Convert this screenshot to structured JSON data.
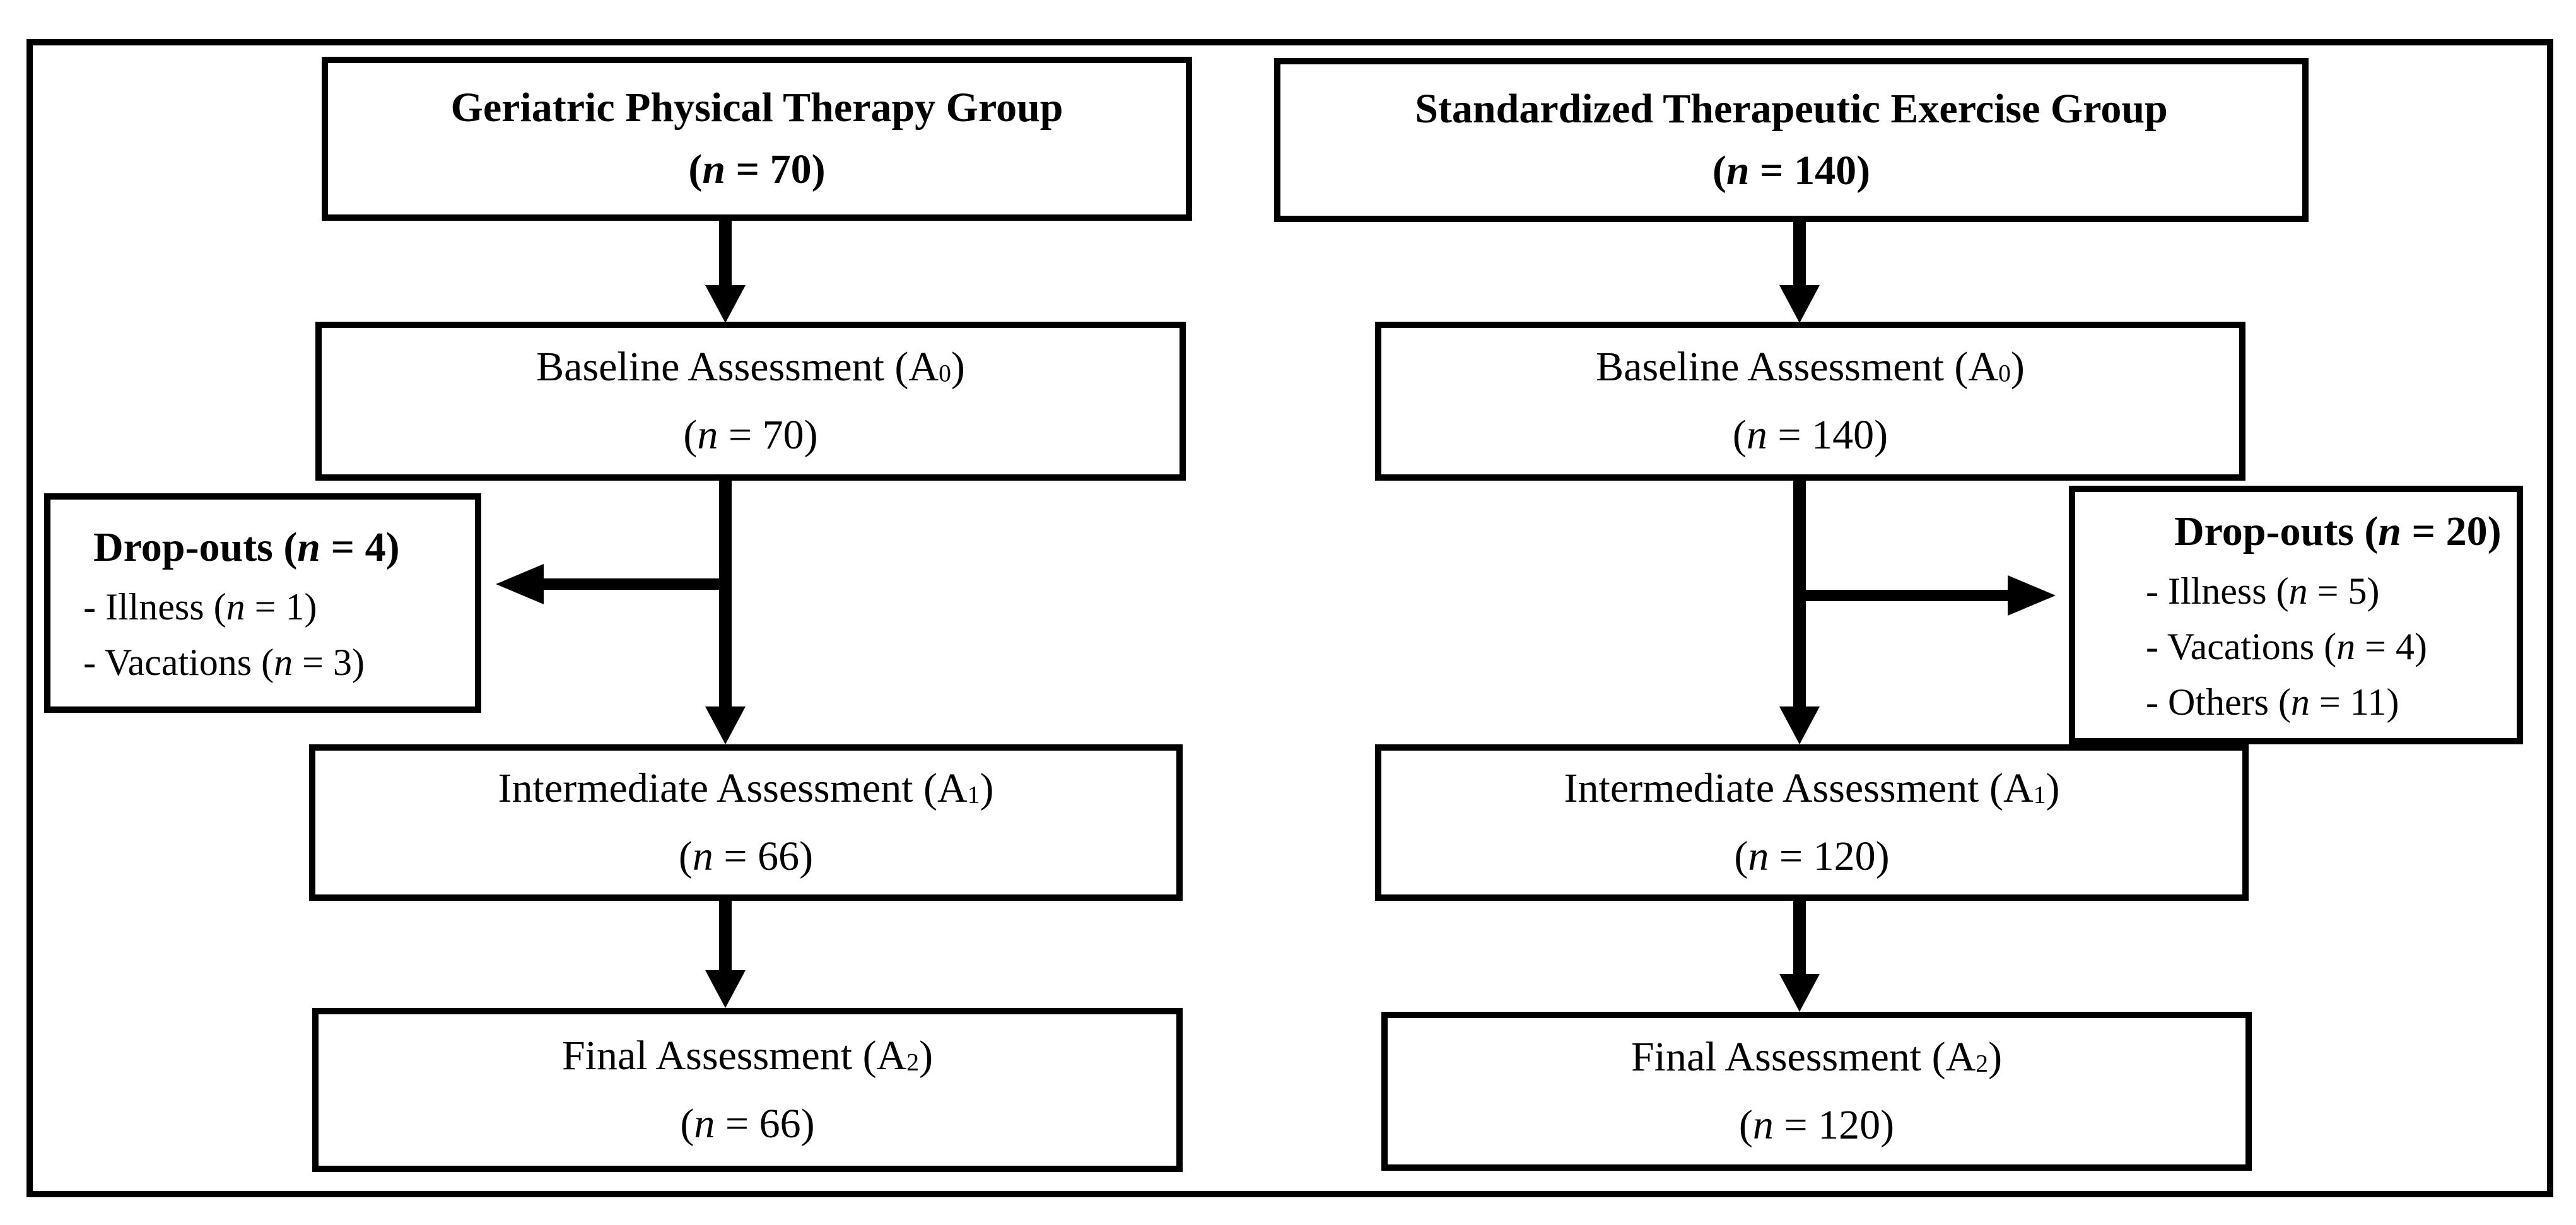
{
  "colors": {
    "ink": "#000000",
    "paper": "#ffffff"
  },
  "columns": {
    "left": {
      "top": {
        "title": "Geriatric Physical Therapy Group",
        "count": {
          "open": "(",
          "n": "n",
          "rest": " = 70)"
        }
      },
      "baseline": {
        "title": {
          "pre": "Baseline Assessment (A",
          "sub": "0",
          "post": ")"
        },
        "count": {
          "open": "(",
          "n": "n",
          "rest": " = 70)"
        }
      },
      "dropouts": {
        "title": {
          "pre": "Drop-outs (",
          "n": "n",
          "rest": " = 4)"
        },
        "items": [
          {
            "pre": "- Illness (",
            "n": "n",
            "rest": " = 1)"
          },
          {
            "pre": "- Vacations (",
            "n": "n",
            "rest": " = 3)"
          }
        ]
      },
      "intermediate": {
        "title": {
          "pre": "Intermediate Assessment (A",
          "sub": "1",
          "post": ")"
        },
        "count": {
          "open": "(",
          "n": "n",
          "rest": " = 66)"
        }
      },
      "final": {
        "title": {
          "pre": "Final Assessment (A",
          "sub": "2",
          "post": ")"
        },
        "count": {
          "open": "(",
          "n": "n",
          "rest": " = 66)"
        }
      }
    },
    "right": {
      "top": {
        "title": "Standardized Therapeutic Exercise Group",
        "count": {
          "open": "(",
          "n": "n",
          "rest": " = 140)"
        }
      },
      "baseline": {
        "title": {
          "pre": "Baseline Assessment (A",
          "sub": "0",
          "post": ")"
        },
        "count": {
          "open": "(",
          "n": "n",
          "rest": " = 140)"
        }
      },
      "dropouts": {
        "title": {
          "pre": "Drop-outs (",
          "n": "n",
          "rest": " = 20)"
        },
        "items": [
          {
            "pre": "- Illness (",
            "n": "n",
            "rest": " = 5)"
          },
          {
            "pre": "- Vacations (",
            "n": "n",
            "rest": " = 4)"
          },
          {
            "pre": "- Others (",
            "n": "n",
            "rest": " = 11)"
          }
        ]
      },
      "intermediate": {
        "title": {
          "pre": "Intermediate Assessment (A",
          "sub": "1",
          "post": ")"
        },
        "count": {
          "open": "(",
          "n": "n",
          "rest": " = 120)"
        }
      },
      "final": {
        "title": {
          "pre": "Final Assessment (A",
          "sub": "2",
          "post": ")"
        },
        "count": {
          "open": "(",
          "n": "n",
          "rest": " = 120)"
        }
      }
    }
  }
}
